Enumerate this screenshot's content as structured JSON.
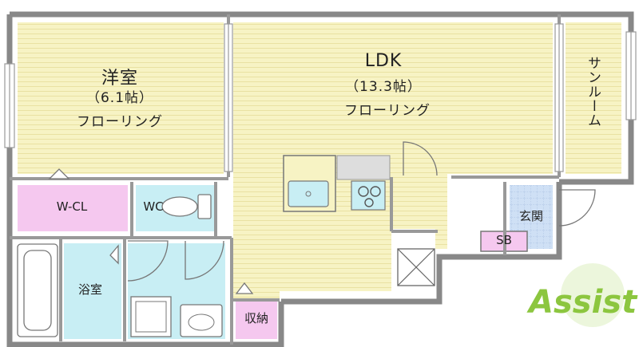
{
  "rooms": {
    "western": {
      "name": "洋室",
      "size": "（6.1帖）",
      "floor": "フローリング"
    },
    "ldk": {
      "name": "LDK",
      "size": "（13.3帖）",
      "floor": "フローリング"
    },
    "sunroom": {
      "name": "サンルーム"
    },
    "wcl": {
      "name": "W-CL"
    },
    "wc": {
      "name": "WC"
    },
    "bath": {
      "name": "浴室"
    },
    "entrance": {
      "name": "玄関"
    },
    "sb": {
      "name": "SB"
    },
    "storage": {
      "name": "収納"
    }
  },
  "logo": {
    "text": "Assist"
  },
  "colors": {
    "floor": "#f7f3c4",
    "closet": "#f5c8ef",
    "wet": "#c8eef4",
    "tile": "#cfe0f5",
    "wall": "#888888",
    "logo": "#8cc63f"
  }
}
